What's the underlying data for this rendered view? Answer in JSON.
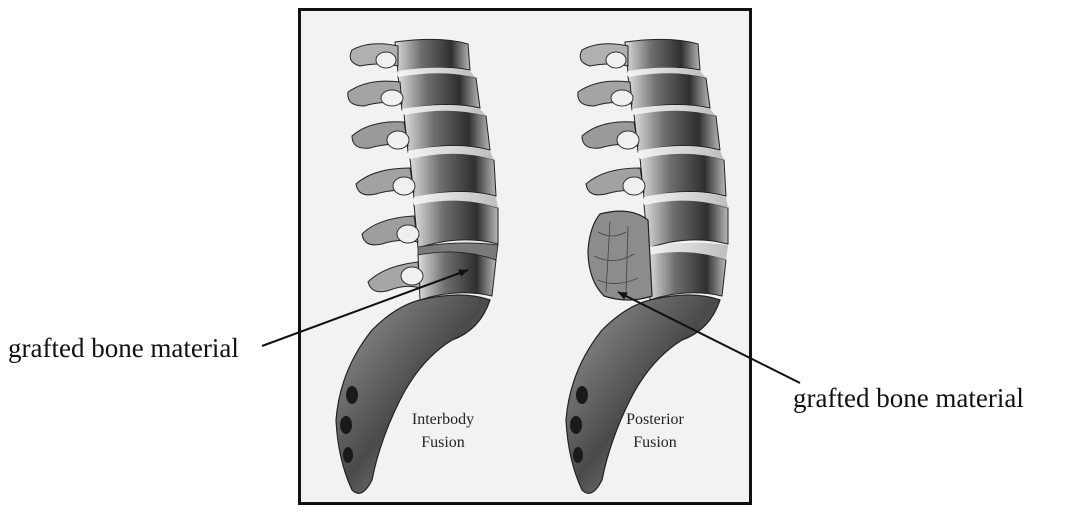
{
  "figure": {
    "panels": [
      {
        "name": "interbody",
        "title_line1": "Interbody",
        "title_line2": "Fusion"
      },
      {
        "name": "posterior",
        "title_line1": "Posterior",
        "title_line2": "Fusion"
      }
    ],
    "callouts": {
      "left": "grafted bone material",
      "right": "grafted bone material"
    }
  },
  "colors": {
    "frame": "#111111",
    "background": "#f2f2f2",
    "bone_dark": "#3a3a3a",
    "bone_mid": "#8a8a8a",
    "bone_light": "#e8e8e8"
  }
}
